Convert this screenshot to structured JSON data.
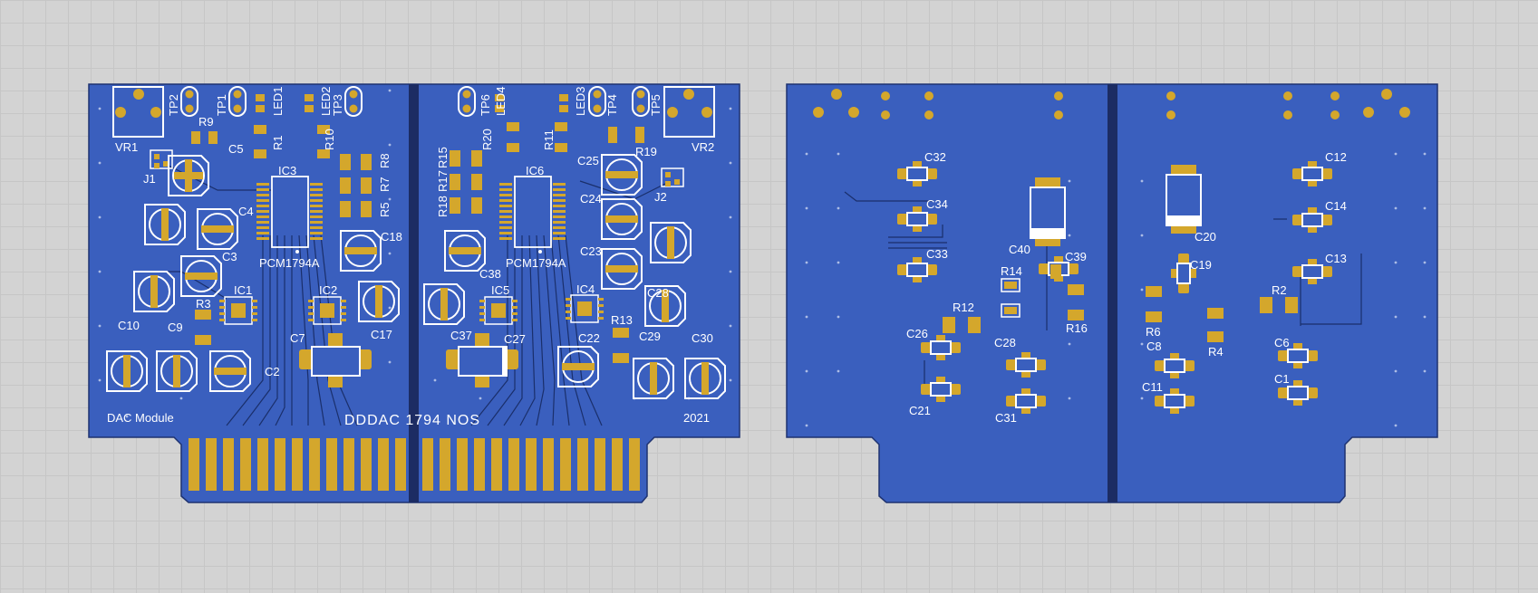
{
  "colors": {
    "background": "#d3d3d3",
    "board": "#3a5fbe",
    "board_edge": "#1e3270",
    "divider": "#1c2c63",
    "copper_pad": "#d4a72c",
    "silkscreen": "#ffffff",
    "trace": "#1a2f6b"
  },
  "front": {
    "title": "DDDAC 1794 NOS",
    "module_label": "DAC Module",
    "year": "2021",
    "components": [
      "VR1",
      "TP2",
      "TP1",
      "LED1",
      "LED2",
      "TP3",
      "R9",
      "C5",
      "R1",
      "R10",
      "R8",
      "R7",
      "R5",
      "J1",
      "IC3",
      "C4",
      "C3",
      "PCM1794A",
      "C18",
      "R3",
      "IC1",
      "IC2",
      "C10",
      "C9",
      "C7",
      "C17",
      "C2",
      "TP6",
      "LED4",
      "LED3",
      "TP4",
      "TP5",
      "VR2",
      "R20",
      "R11",
      "R15",
      "R17",
      "R18",
      "IC6",
      "C25",
      "R19",
      "J2",
      "C24",
      "C23",
      "C38",
      "IC5",
      "IC4",
      "C37",
      "C27",
      "R13",
      "C22",
      "C29",
      "C30"
    ]
  },
  "back": {
    "components": [
      "C32",
      "C34",
      "C33",
      "C40",
      "C39",
      "R14",
      "R16",
      "R12",
      "C26",
      "C28",
      "C21",
      "C31",
      "C20",
      "C19",
      "C12",
      "C14",
      "C13",
      "R6",
      "R2",
      "R4",
      "C8",
      "C6",
      "C11",
      "C1"
    ]
  }
}
